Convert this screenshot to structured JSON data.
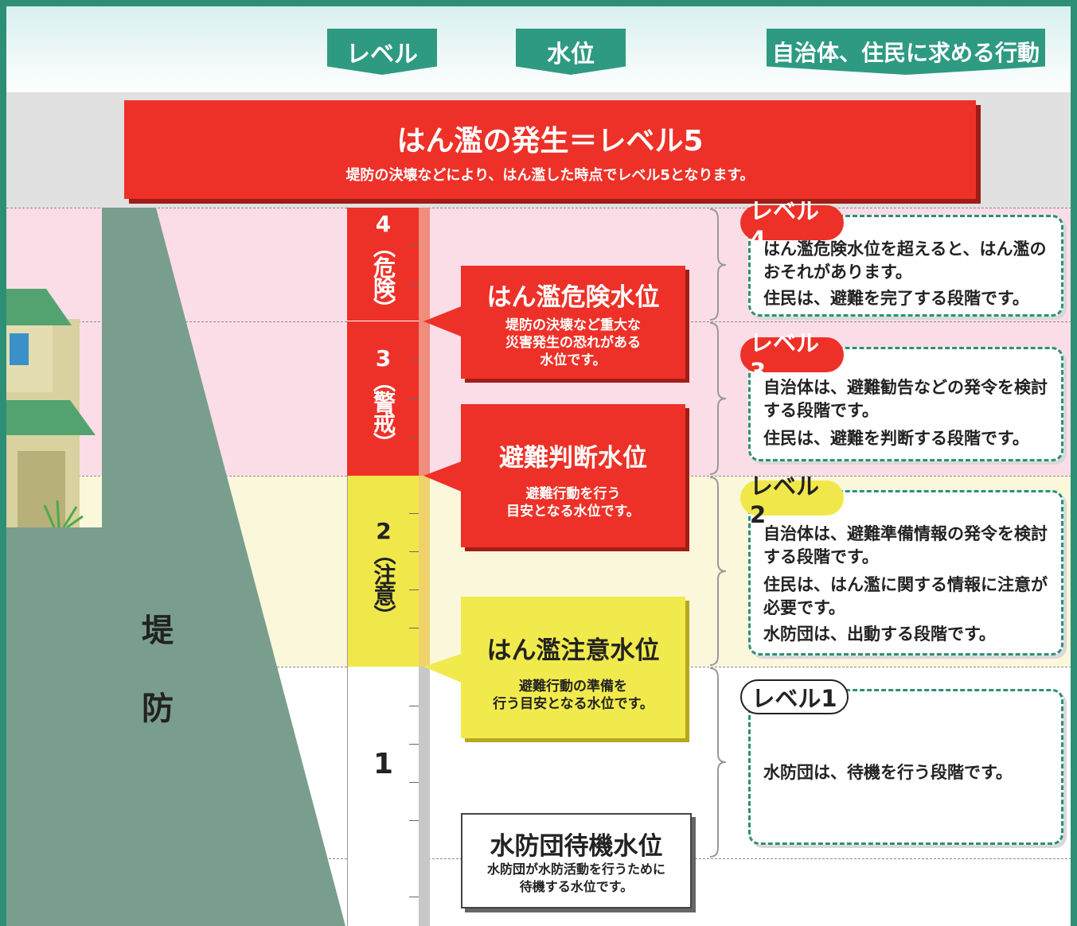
{
  "header": {
    "tab_level": "レベル",
    "tab_water": "水位",
    "tab_action": "自治体、住民に求める行動"
  },
  "banner": {
    "title": "はん濫の発生＝レベル5",
    "subtitle": "堤防の決壊などにより、はん濫した時点でレベル5となります。"
  },
  "gauge": {
    "level4": "4（危険）",
    "level3": "3（警戒）",
    "level2": "2（注意）",
    "level1": "1"
  },
  "callouts": {
    "danger": {
      "title": "はん濫危険水位",
      "desc": "堤防の決壊など重大な\n災害発生の恐れがある\n水位です。"
    },
    "evac": {
      "title": "避難判断水位",
      "desc": "避難行動を行う\n目安となる水位です。"
    },
    "caution": {
      "title": "はん濫注意水位",
      "desc": "避難行動の準備を\n行う目安となる水位です。"
    },
    "standby": {
      "title": "水防団待機水位",
      "desc": "水防団が水防活動を行うために\n待機する水位です。"
    }
  },
  "levels": {
    "l4": {
      "label": "レベル4",
      "lines": [
        "はん濫危険水位を超えると、はん濫のおそれがあります。",
        "住民は、避難を完了する段階です。"
      ]
    },
    "l3": {
      "label": "レベル3",
      "lines": [
        "自治体は、避難勧告などの発令を検討する段階です。",
        "住民は、避難を判断する段階です。"
      ]
    },
    "l2": {
      "label": "レベル2",
      "lines": [
        "自治体は、避難準備情報の発令を検討する段階です。",
        "住民は、はん濫に関する情報に注意が必要です。",
        "水防団は、出動する段階です。"
      ]
    },
    "l1": {
      "label": "レベル1",
      "lines": [
        "水防団は、待機を行う段階です。"
      ]
    }
  },
  "levee": {
    "char1": "堤",
    "char2": "防"
  },
  "colors": {
    "frame": "#2e8f77",
    "red": "#ed3128",
    "yellow": "#f0e84a",
    "pink_zone": "#fbdde8",
    "yellow_zone": "#fbf7db",
    "levee": "#7a9e8e"
  }
}
